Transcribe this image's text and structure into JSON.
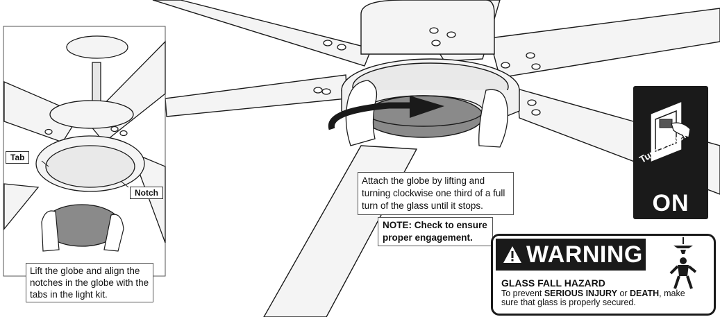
{
  "labels": {
    "tab": "Tab",
    "notch": "Notch"
  },
  "instructions": {
    "lift": "Lift the globe and align the notches in the globe with the tabs in the light kit.",
    "attach": "Attach the globe by lifting and turning clockwise one third of a full turn of the glass until it stops.",
    "note": "NOTE: Check to ensure proper engagement."
  },
  "power": {
    "label": "Turn Power",
    "state": "ON"
  },
  "warning": {
    "heading": "WARNING",
    "hazard": "GLASS FALL HAZARD",
    "message_pre": "To prevent ",
    "message_bold1": "SERIOUS INJURY",
    "message_mid": " or ",
    "message_bold2": "DEATH",
    "message_post": ", make sure that glass is properly secured."
  },
  "colors": {
    "line": "#1a1a1a",
    "panel": "#1a1a1a",
    "globe": "#8a8a8a",
    "blade": "#f4f4f4"
  },
  "icons": [
    "arrow-icon",
    "warning-triangle-icon",
    "falling-person-icon",
    "hand-icon",
    "switch-icon"
  ]
}
